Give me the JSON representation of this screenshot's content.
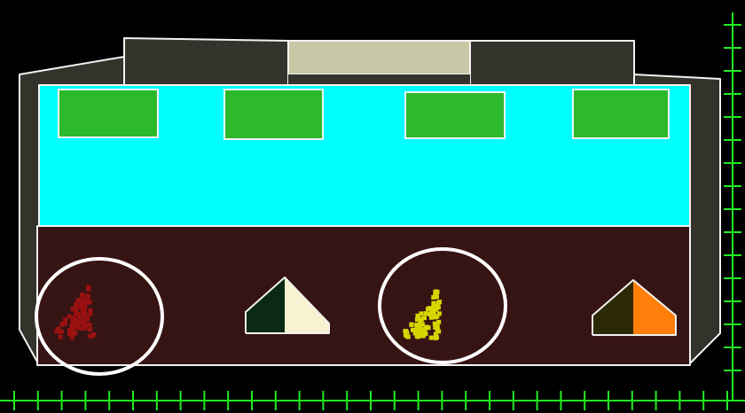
{
  "scene": {
    "background_color": "#000000",
    "ruler_color": "#22ee22",
    "outline_color": "#f2f2f2",
    "roof_block_color": "#34342c",
    "roof_center_color": "#c9c8a6",
    "side_wall_color": "#33332b",
    "sky_panel_color": "#00ffff",
    "window_color": "#2cb92c",
    "window_count": 4,
    "floor_color": "#371414",
    "pile_red_color": "#991111",
    "pile_yellow_color": "#d6d600",
    "circle_color": "#ffffff",
    "circled_piles": [
      "red-pile",
      "yellow-pile"
    ],
    "prism_left": {
      "dark_face": "#0a2a14",
      "light_face": "#f7f2cf"
    },
    "prism_right": {
      "dark_face": "#2c2a06",
      "light_face": "#ff7f0a"
    }
  }
}
